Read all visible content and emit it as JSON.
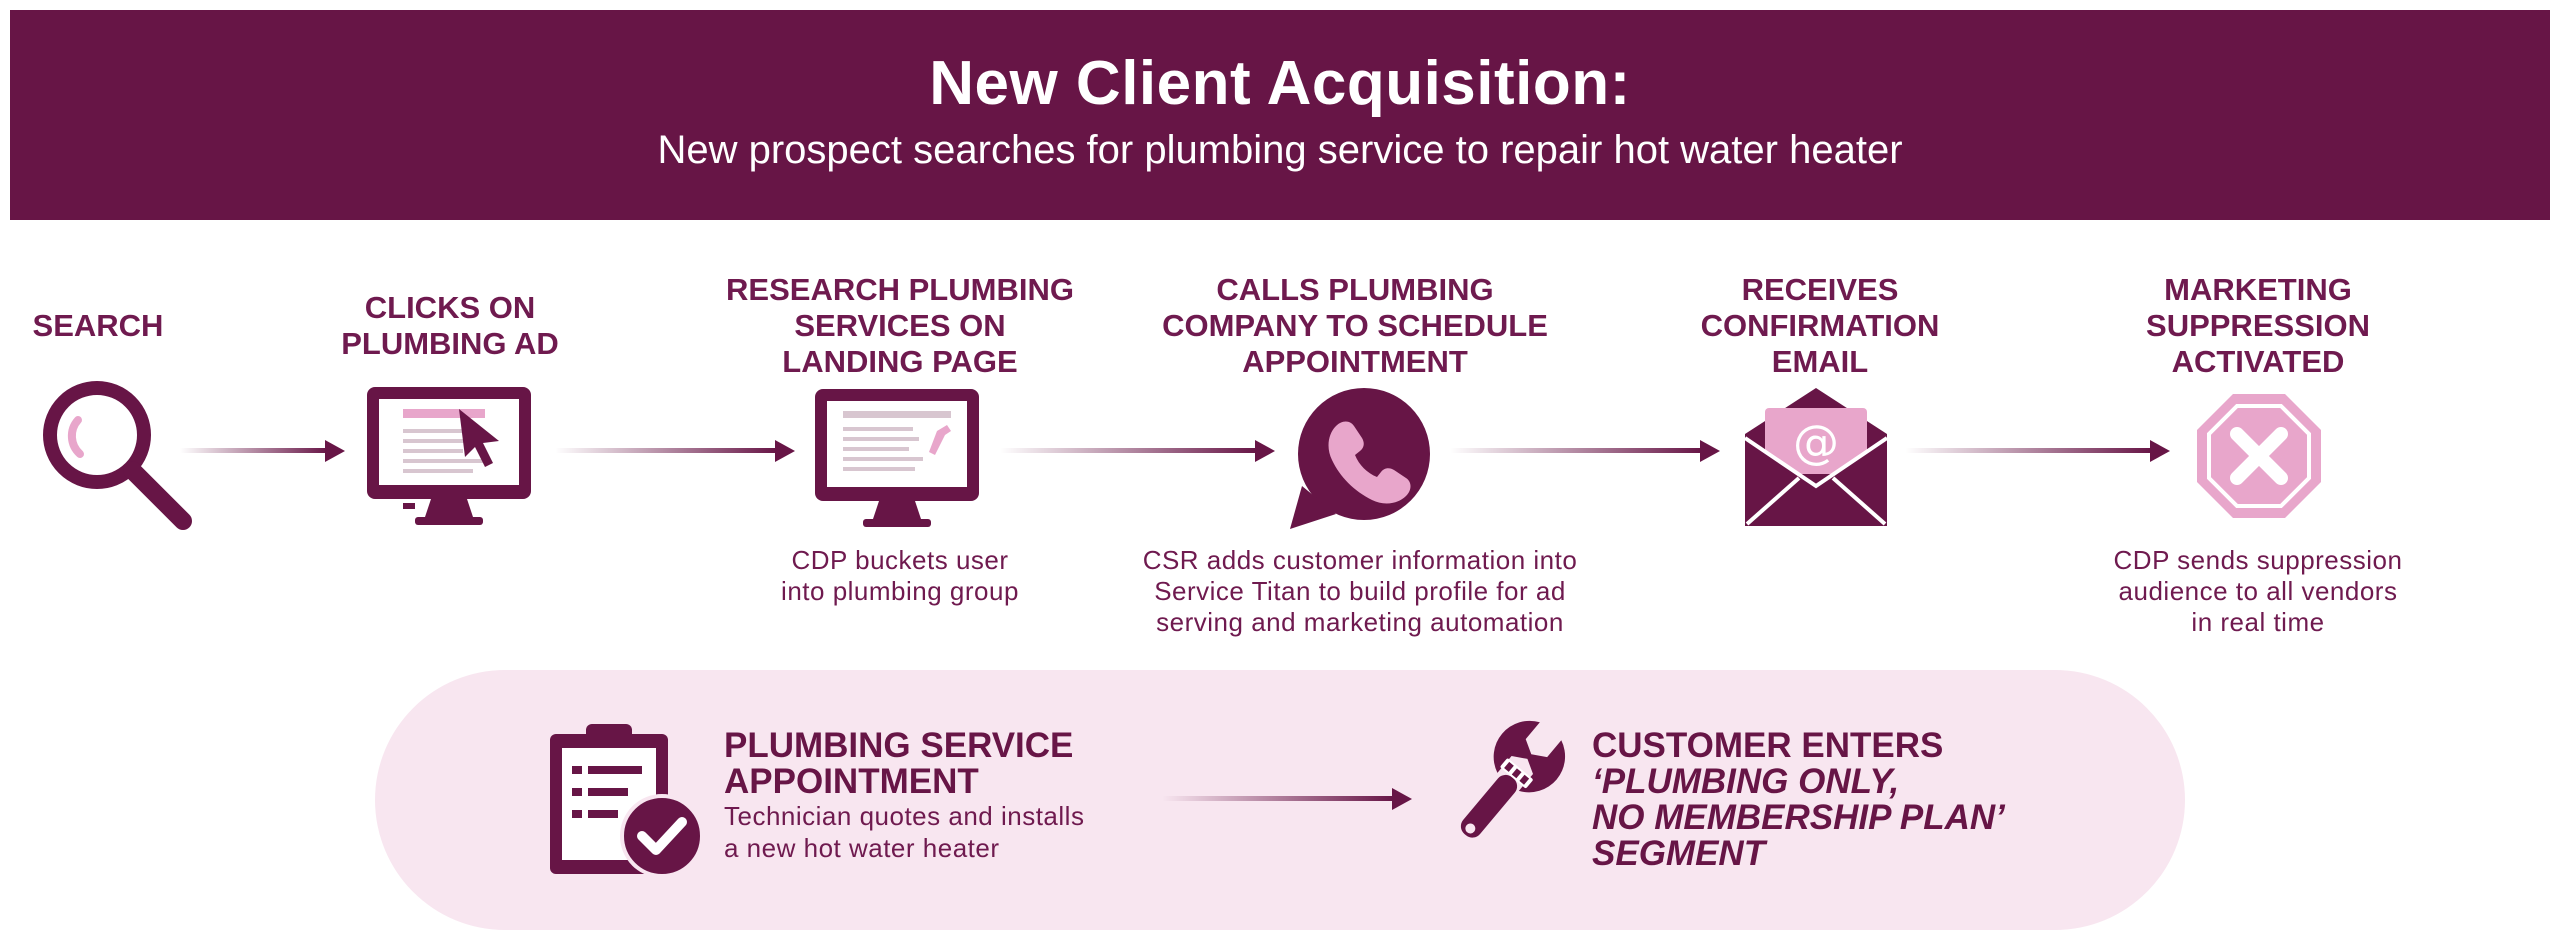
{
  "header": {
    "title": "New Client Acquisition:",
    "subtitle": "New prospect searches for plumbing service to repair hot water heater"
  },
  "steps": [
    {
      "title": "SEARCH",
      "icon": "magnifying-glass-icon",
      "description": ""
    },
    {
      "title": "CLICKS ON\nPLUMBING AD",
      "icon": "monitor-ad-cursor-icon",
      "description": ""
    },
    {
      "title": "RESEARCH PLUMBING\nSERVICES ON\nLANDING PAGE",
      "icon": "monitor-landing-page-icon",
      "description": "CDP buckets user\ninto plumbing group"
    },
    {
      "title": "CALLS PLUMBING\nCOMPANY TO SCHEDULE\nAPPOINTMENT",
      "icon": "phone-bubble-icon",
      "description": "CSR adds customer information into\nService Titan to build profile for ad\nserving and marketing automation"
    },
    {
      "title": "RECEIVES\nCONFIRMATION\nEMAIL",
      "icon": "envelope-at-icon",
      "description": ""
    },
    {
      "title": "MARKETING\nSUPPRESSION\nACTIVATED",
      "icon": "stop-x-octagon-icon",
      "description": "CDP sends suppression\naudience to all vendors\nin real time"
    }
  ],
  "outcome": {
    "appointment": {
      "title": "PLUMBING SERVICE\nAPPOINTMENT",
      "description": "Technician quotes and installs\na new hot water heater",
      "icon": "clipboard-check-icon"
    },
    "segment": {
      "title_line1": "CUSTOMER ENTERS",
      "title_line2": "‘PLUMBING ONLY,\nNO MEMBERSHIP PLAN’\nSEGMENT",
      "icon": "wrench-icon"
    }
  },
  "colors": {
    "brand": "#671546",
    "accent_pink": "#e8a6cb",
    "pill_background": "#f8e6f0"
  }
}
